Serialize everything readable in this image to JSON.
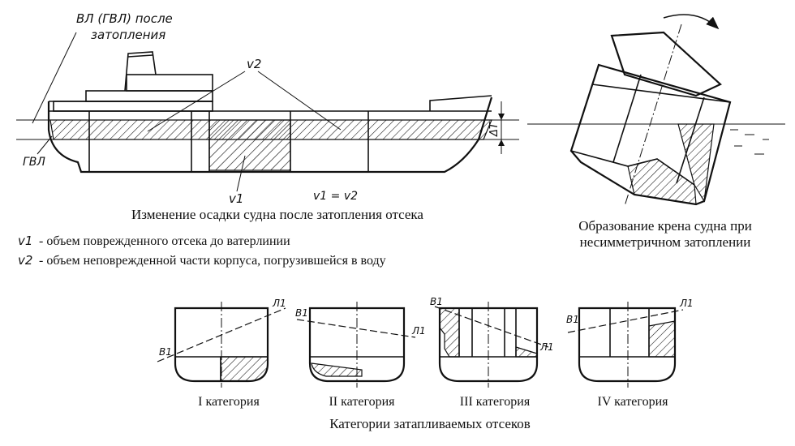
{
  "ship_profile": {
    "wl_label": "ВЛ (ГВЛ) после",
    "wl_label_line2": "затопления",
    "gvl_label": "ГВЛ",
    "v2_label": "v2",
    "v1_label": "v1",
    "equation": "v1 = v2",
    "dt_label": "ΔT",
    "caption": "Изменение осадки судна после затопления отсека"
  },
  "legend": {
    "v1_symbol": "v1",
    "v1_text": "- объем поврежденного отсека до ватерлинии",
    "v2_symbol": "v2",
    "v2_text": "- объем неповрежденной части корпуса, погрузившейся в воду"
  },
  "heel_section": {
    "caption_line1": "Образование крена судна при",
    "caption_line2": "несимметричном затоплении"
  },
  "categories": {
    "items": [
      {
        "label": "I категория",
        "b_label": "В1",
        "l_label": "Л1"
      },
      {
        "label": "II категория",
        "b_label": "В1",
        "l_label": "Л1"
      },
      {
        "label": "III категория",
        "b_label": "В1",
        "l_label": "Л1"
      },
      {
        "label": "IV категория",
        "b_label": "В1",
        "l_label": "Л1"
      }
    ],
    "caption": "Категории затапливаемых отсеков"
  }
}
